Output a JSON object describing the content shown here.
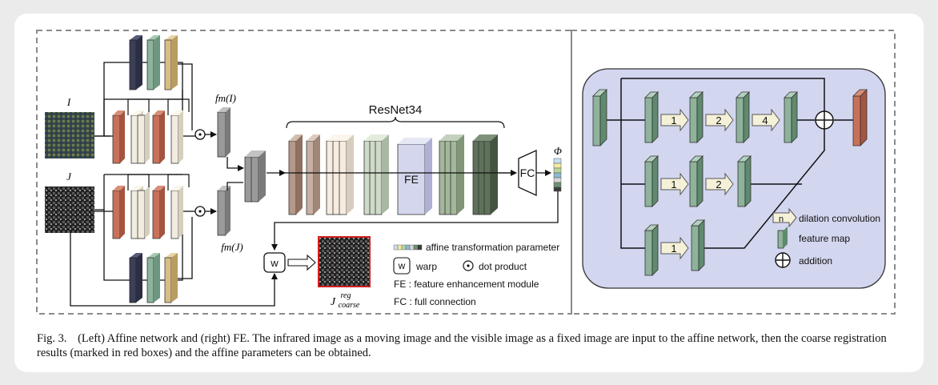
{
  "left": {
    "input_i": "I",
    "input_j": "J",
    "fm_i": "fm(I)",
    "fm_j": "fm(J)",
    "resnet": "ResNet34",
    "fe": "FE",
    "fc": "FC",
    "phi": "Φ",
    "warp": "w",
    "output_main": "J",
    "output_sup": "reg",
    "output_sub": "coarse"
  },
  "legend_left": {
    "affine": "affine transformation parameter",
    "warp_symbol": "w",
    "warp": "warp",
    "dot": "dot product",
    "fe": "FE : feature enhancement module",
    "fc": "FC : full connection"
  },
  "right": {
    "d1a": "1",
    "d2a": "2",
    "d4": "4",
    "d1b": "1",
    "d2b": "2",
    "d1c": "1",
    "legend_n": "n",
    "legend_dilation": "dilation convolution",
    "legend_feature": "feature map",
    "legend_addition": "addition"
  },
  "caption": {
    "lead": "Fig. 3.",
    "text": "(Left) Affine network and (right) FE. The infrared image as a moving image and the visible image as a fixed image are input to the affine network, then the coarse registration results (marked in red boxes) and the affine parameters can be obtained."
  },
  "colors": {
    "orange": "#c8715a",
    "cream": "#f1ecdf",
    "navy": "#3b3f58",
    "sage": "#8db39a",
    "tan": "#d8bd84",
    "gray": "#9a9a9a",
    "brown": "#b59888",
    "green_dark": "#5e7259",
    "lavender": "#d4d6ee",
    "fe_panel": "#d3d6ef"
  }
}
